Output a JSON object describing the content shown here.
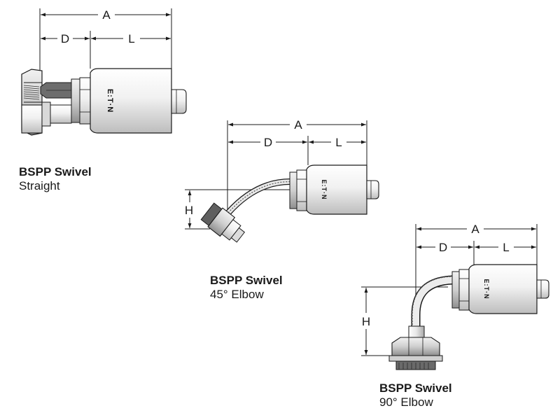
{
  "brand": "E:T·N",
  "dimension_labels": {
    "a": "A",
    "d": "D",
    "l": "L",
    "h": "H"
  },
  "fittings": [
    {
      "title": "BSPP Swivel",
      "subtitle": "Straight"
    },
    {
      "title": "BSPP Swivel",
      "subtitle": "45° Elbow"
    },
    {
      "title": "BSPP Swivel",
      "subtitle": "90° Elbow"
    }
  ],
  "colors": {
    "line": "#1a1a1a",
    "metal_light": "#f4f4f4",
    "metal_mid": "#cfcfcf",
    "metal_dark": "#8a8a8a"
  }
}
